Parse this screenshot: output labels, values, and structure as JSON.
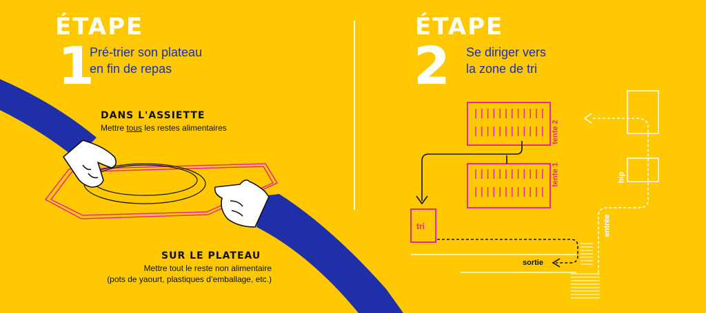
{
  "step1": {
    "word": "ÉTAPE",
    "number": "1",
    "subtitle_line1": "Pré-trier son plateau",
    "subtitle_line2": "en fin de repas",
    "plate_title": "DANS L'ASSIETTE",
    "plate_text_before": "Mettre ",
    "plate_text_emphasis": "tous",
    "plate_text_after": " les restes alimentaires",
    "tray_title": "SUR LE PLATEAU",
    "tray_text_line1": "Mettre tout le reste non alimentaire",
    "tray_text_line2": "(pots de yaourt, plastiques d’emballage, etc.)"
  },
  "step2": {
    "word": "ÉTAPE",
    "number": "2",
    "subtitle_line1": "Se diriger vers",
    "subtitle_line2": "la zone de tri",
    "tent2_label": "tente 2",
    "tent1_label": "tente 1",
    "tri_label": "tri",
    "bip_label": "bip",
    "entree_label": "entrée",
    "sortie_label": "sortie"
  },
  "colors": {
    "background": "#FFC800",
    "blue": "#1E2FA8",
    "pink": "#E8288A",
    "white": "#FFFFFF"
  }
}
